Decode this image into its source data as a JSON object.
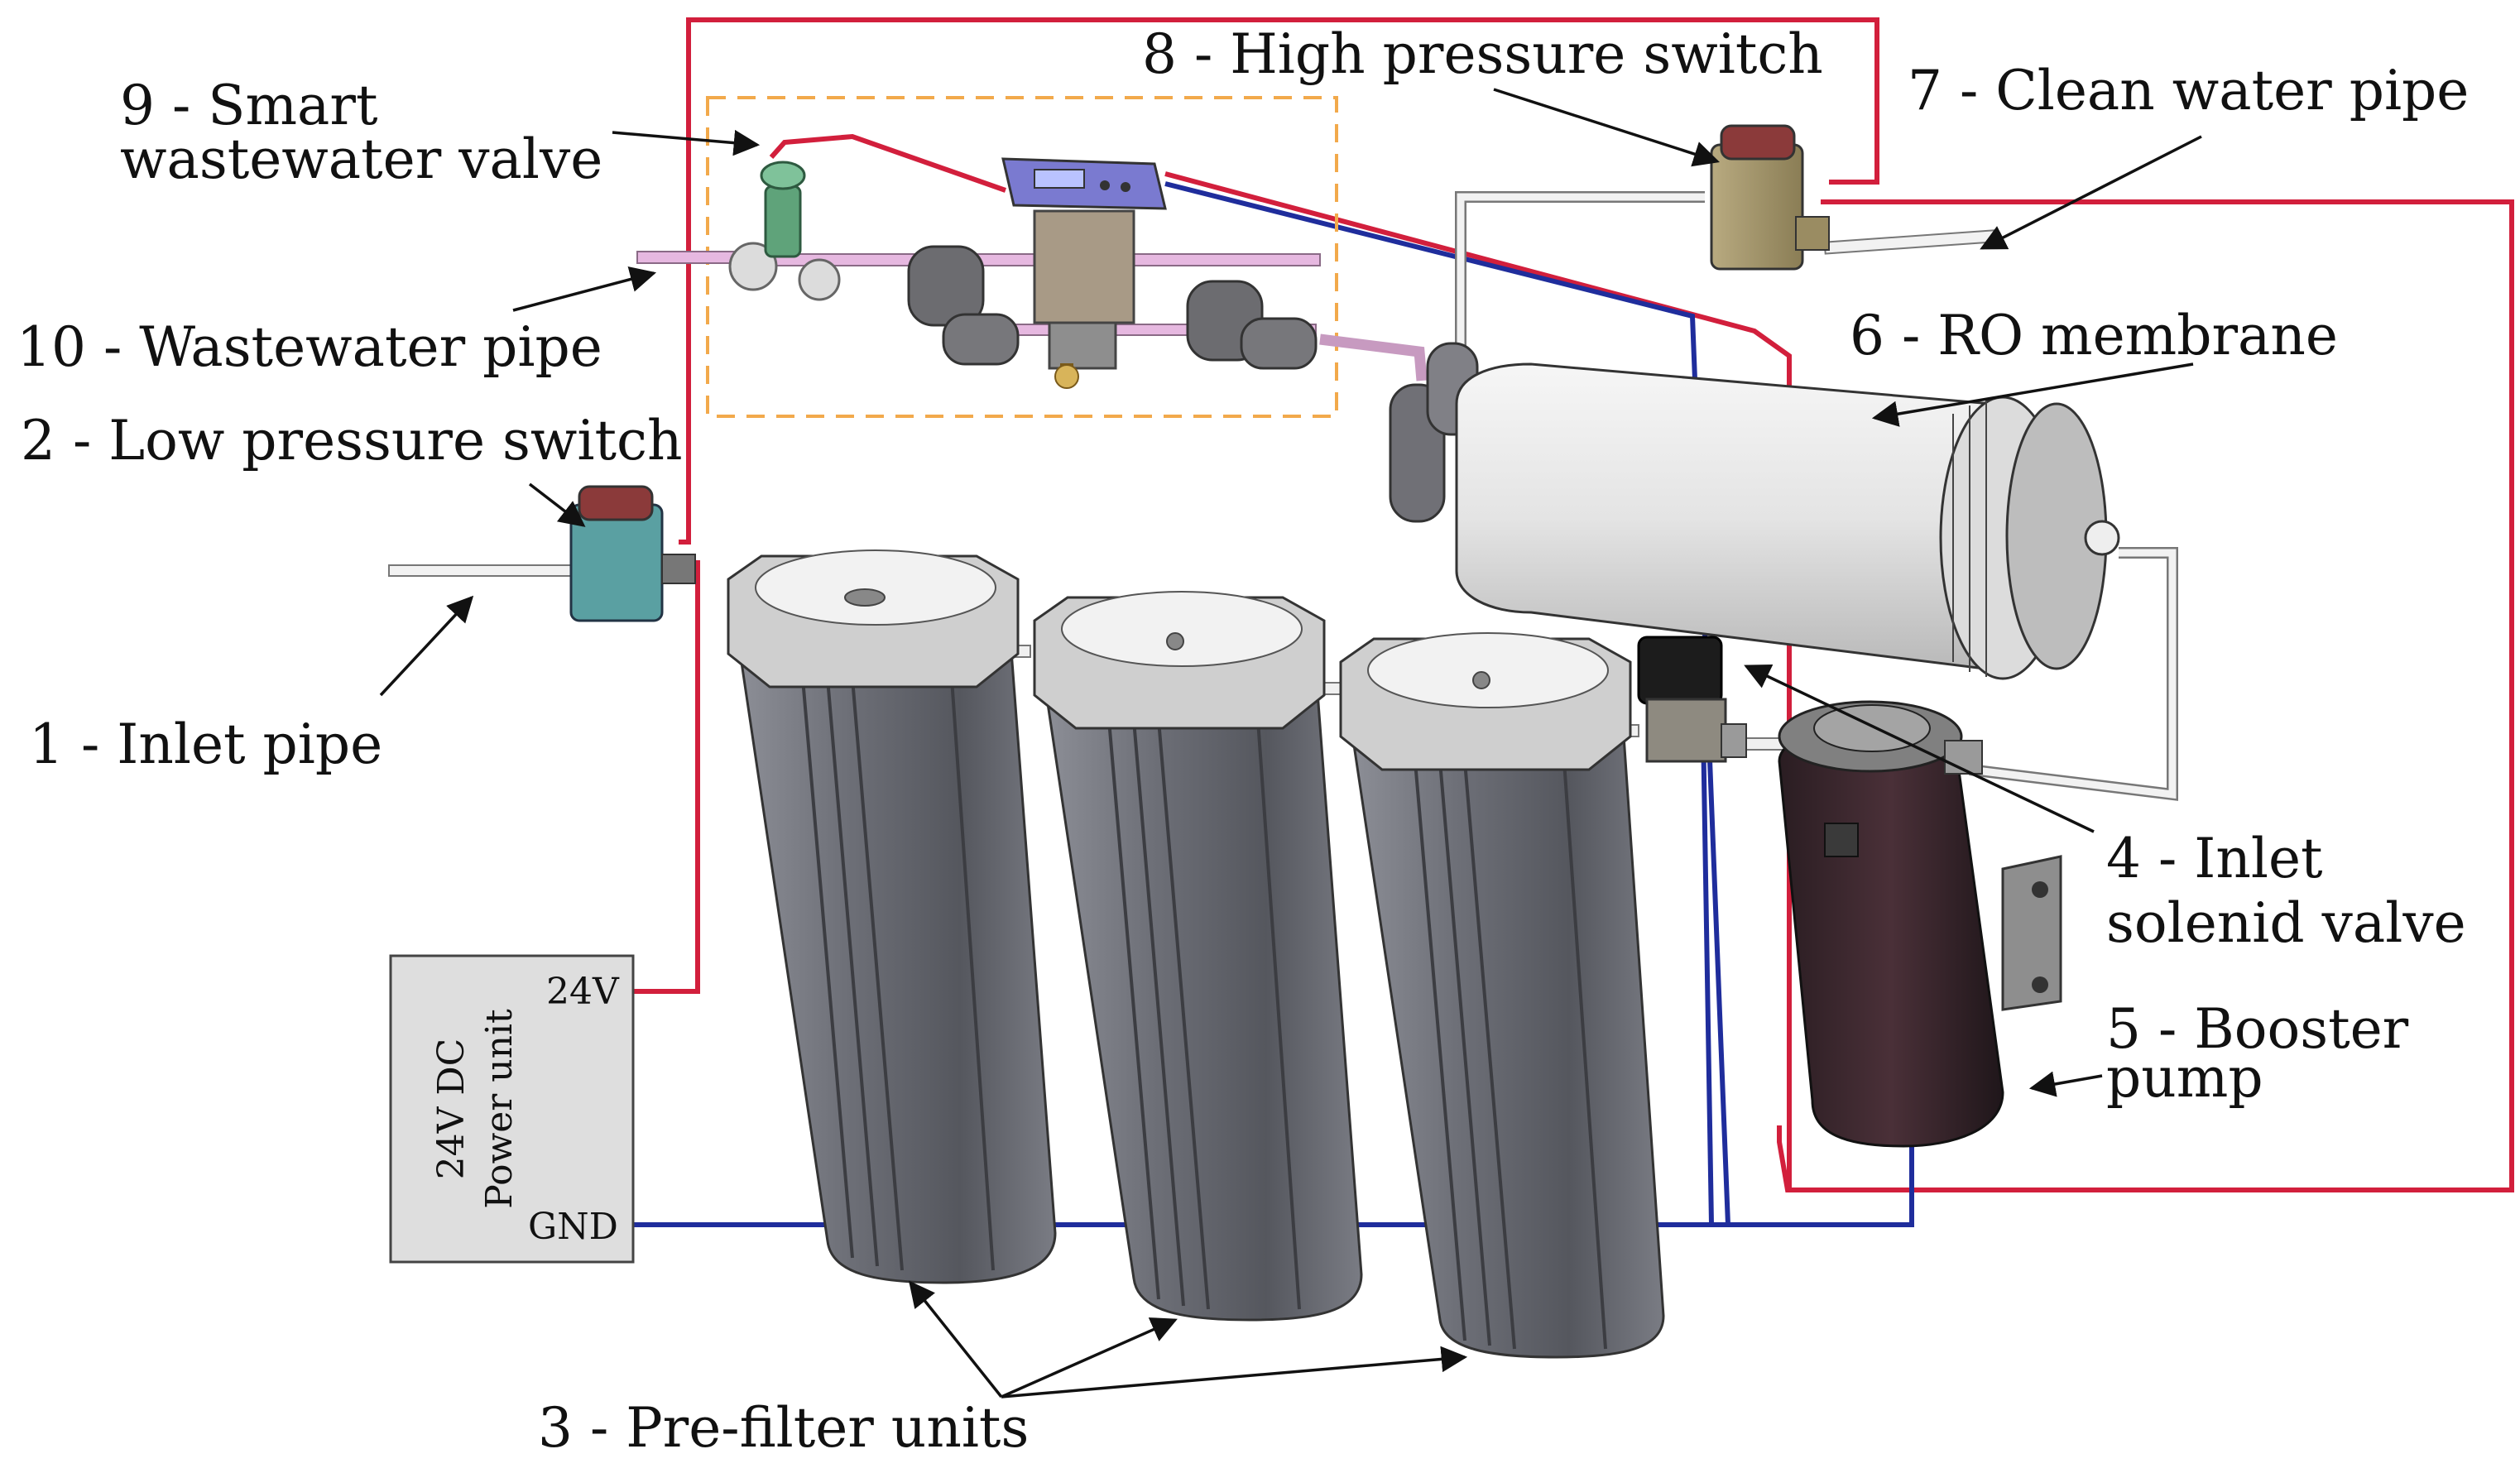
{
  "labels": {
    "inlet_pipe": "1 - Inlet pipe",
    "low_pressure_switch": "2 - Low pressure switch",
    "pre_filter_units": "3 - Pre-filter units",
    "inlet_valve_line1": "4 - Inlet",
    "inlet_valve_line2": "solenid valve",
    "booster_pump_line1": "5 - Booster",
    "booster_pump_line2": "pump",
    "ro_membrane": "6 - RO membrane",
    "clean_water_pipe": "7 - Clean water pipe",
    "high_pressure_switch": "8 - High pressure switch",
    "wastewater_valve_line1": "9 - Smart",
    "wastewater_valve_line2": "wastewater valve",
    "wastewater_pipe": "10 - Wastewater pipe"
  },
  "power_unit": {
    "title_line1": "24V DC",
    "title_line2": "Power unit",
    "terminal_positive": "24V",
    "terminal_ground": "GND"
  },
  "colors": {
    "positive_wire": "#d21f3c",
    "ground_wire": "#1f2d9c",
    "dashed_box": "#f2a94b",
    "housing": "#6f7078",
    "power_unit_fill": "#dedede"
  }
}
